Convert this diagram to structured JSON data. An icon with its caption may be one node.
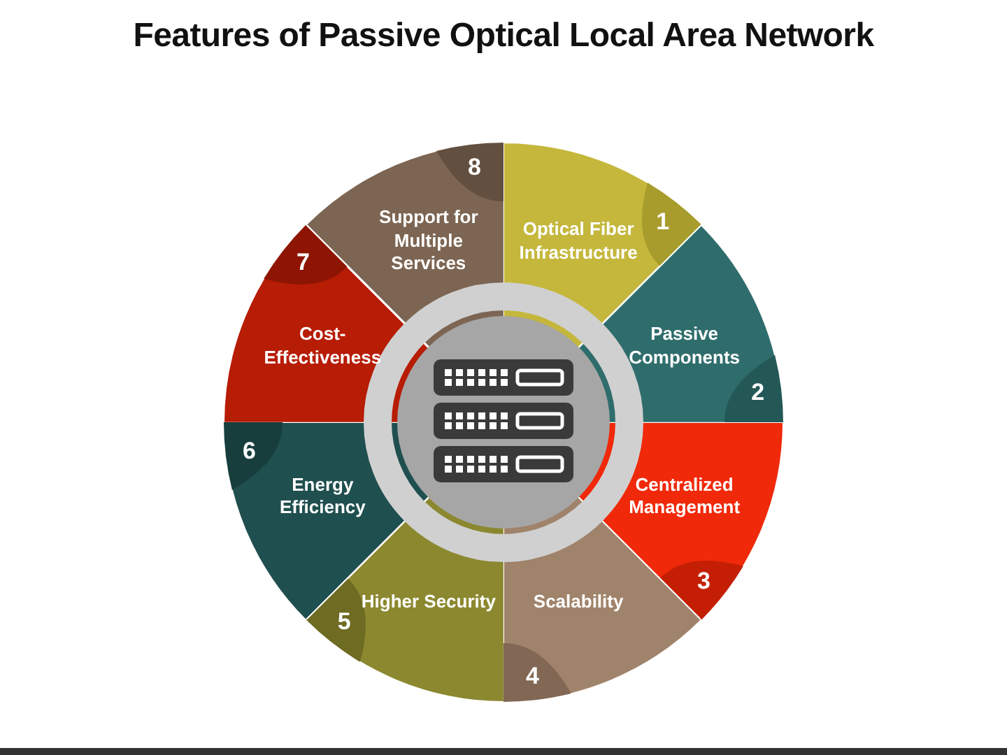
{
  "diagram": {
    "title": "Features of Passive Optical Local Area Network",
    "nodes": [
      {
        "text": [
          "Optical Fiber Infrastructure",
          "1"
        ]
      },
      {
        "text": [
          "Passive Components",
          "2"
        ]
      },
      {
        "text": [
          "Centralized Management",
          "3"
        ]
      },
      {
        "text": [
          "Scalability",
          "4"
        ]
      },
      {
        "text": [
          "Higher Security",
          "5"
        ]
      },
      {
        "text": [
          "6",
          "Energy Efficiency"
        ]
      },
      {
        "text": [
          "7",
          "Cost-Effectiveness"
        ]
      },
      {
        "text": [
          "8",
          "Support for Multiple Services"
        ]
      }
    ]
  }
}
